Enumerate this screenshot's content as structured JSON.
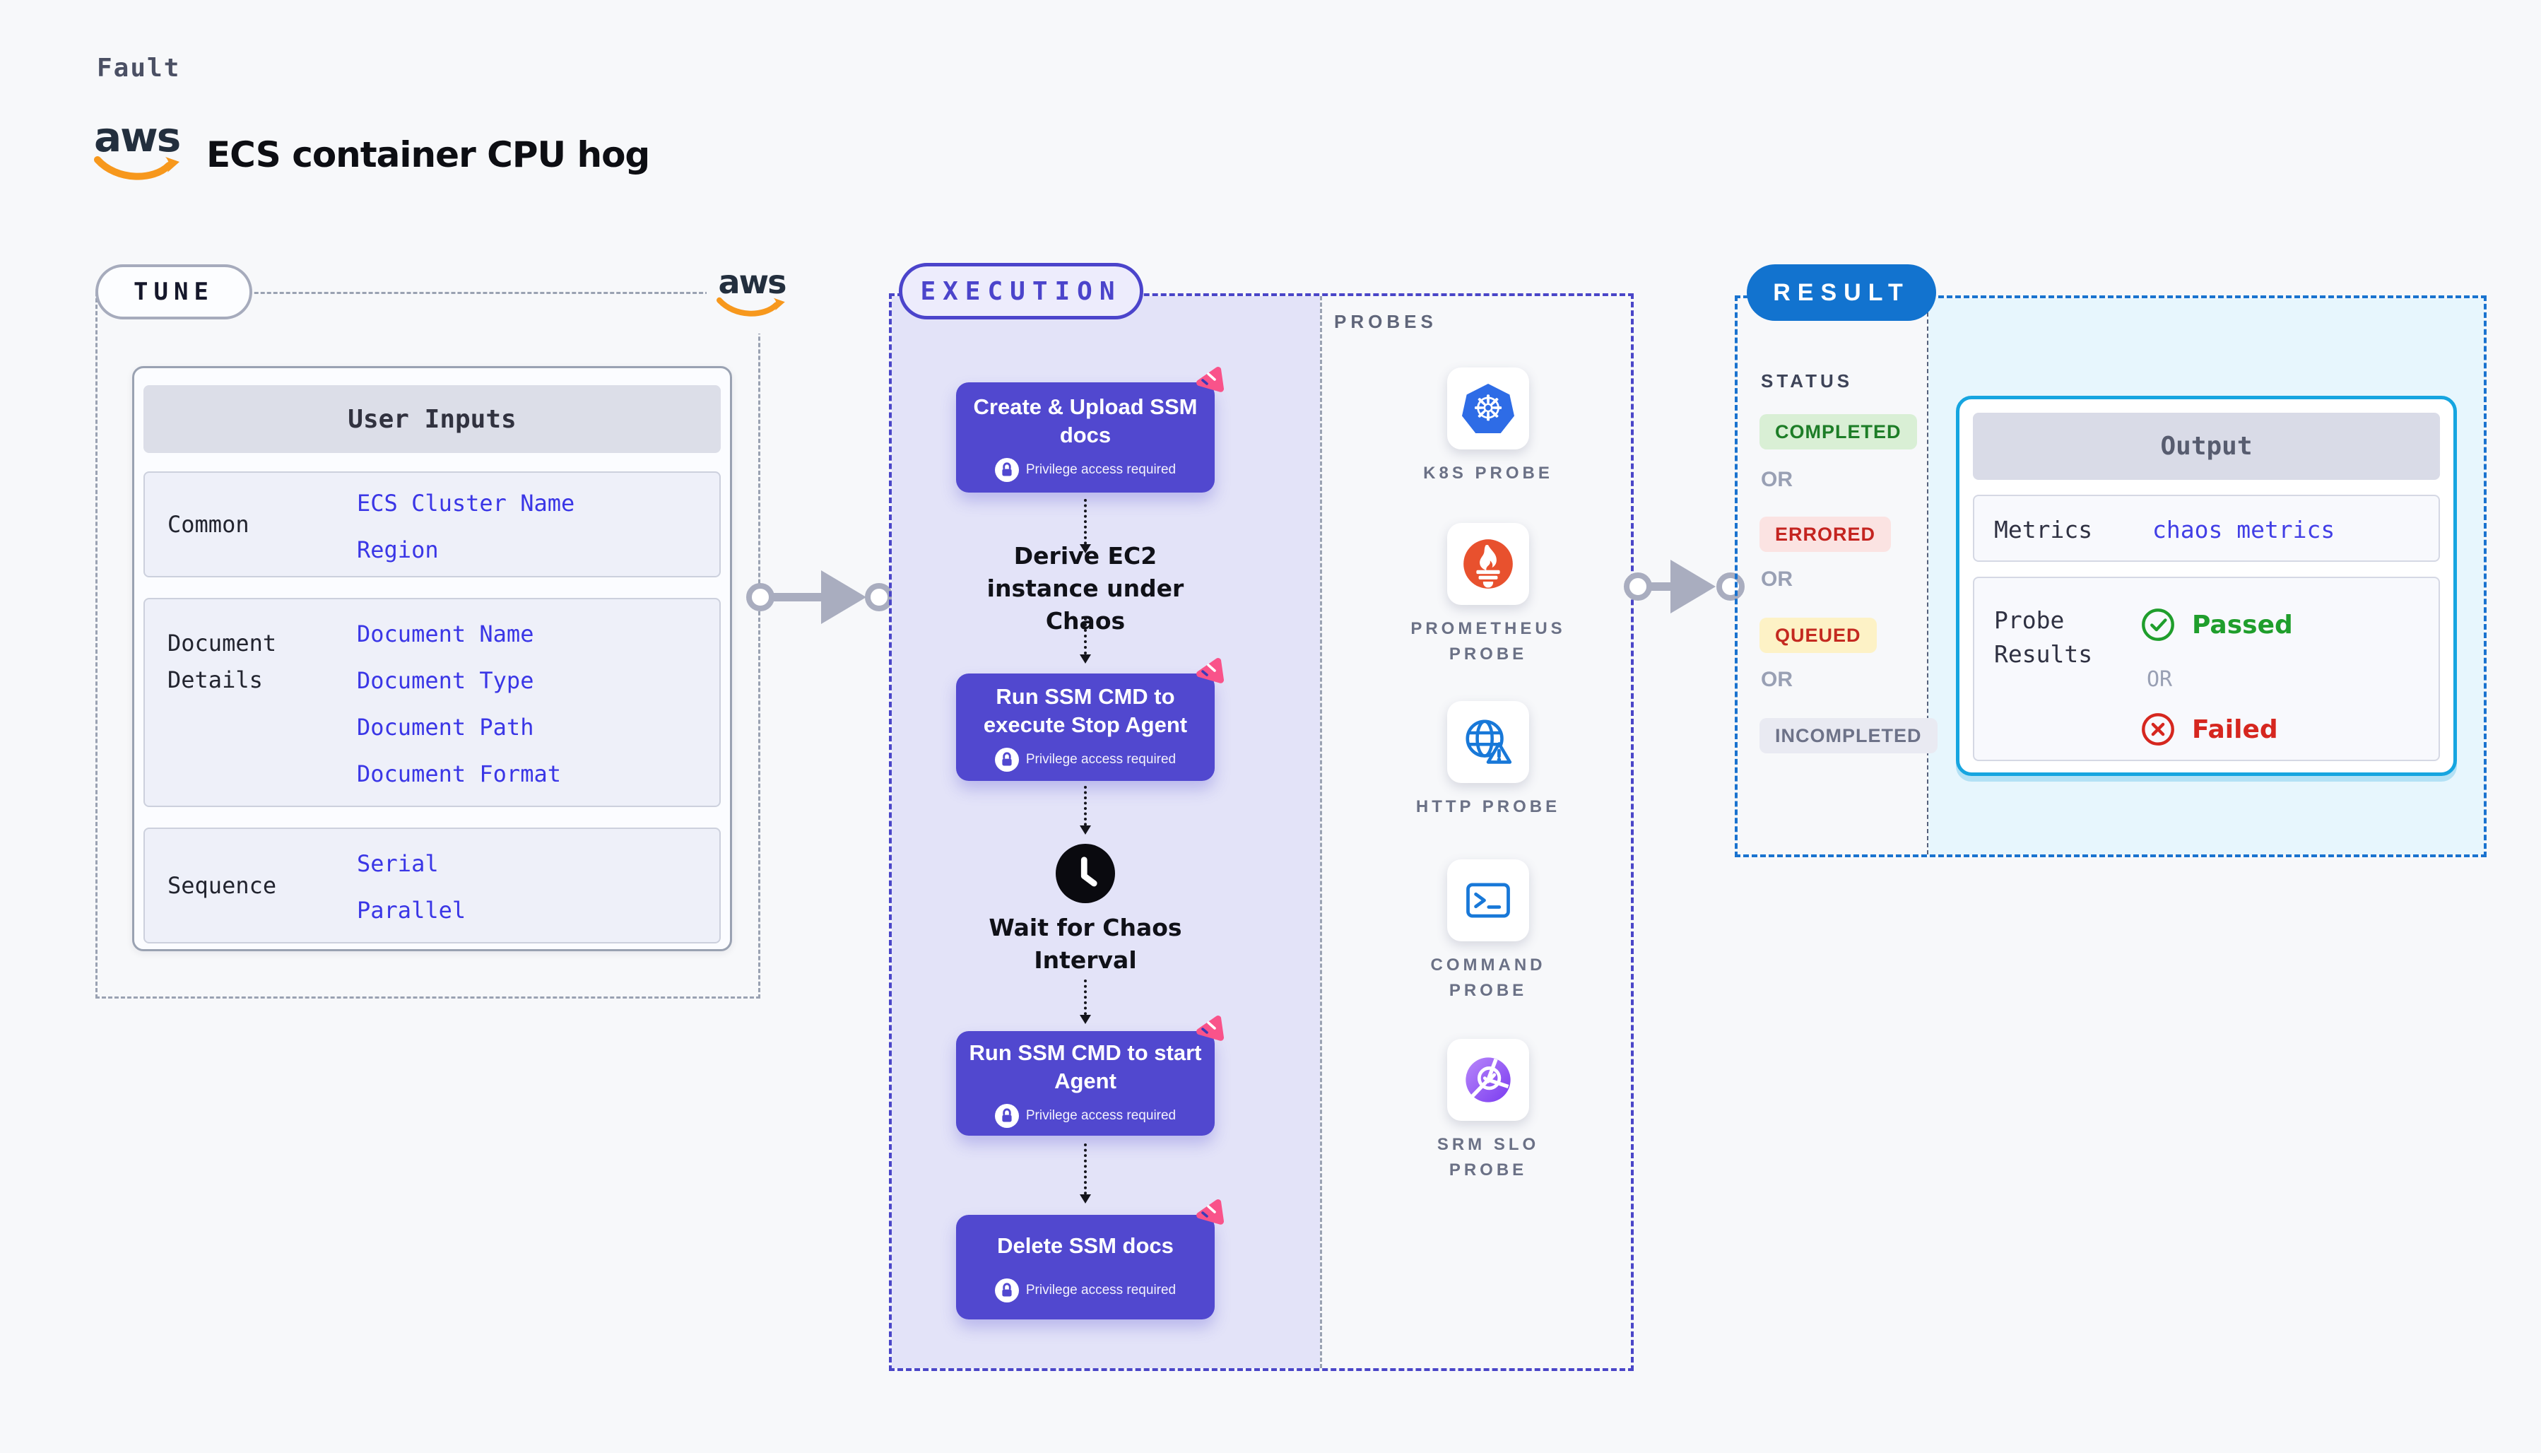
{
  "header": {
    "fault_label": "Fault",
    "title": "ECS container CPU hog",
    "aws_text": "aws"
  },
  "tune": {
    "badge": "TUNE",
    "table": {
      "header": "User Inputs",
      "rows": [
        {
          "label": "Common",
          "values": [
            "ECS Cluster Name",
            "Region"
          ]
        },
        {
          "label": "Document Details",
          "values": [
            "Document Name",
            "Document Type",
            "Document Path",
            "Document Format"
          ]
        },
        {
          "label": "Sequence",
          "values": [
            "Serial",
            "Parallel"
          ]
        }
      ]
    }
  },
  "execution": {
    "badge": "EXECUTION",
    "steps": [
      {
        "title": "Create & Upload SSM docs",
        "note": "Privilege access required"
      },
      {
        "title": "Derive EC2 instance under Chaos"
      },
      {
        "title": "Run SSM CMD to execute Stop Agent",
        "note": "Privilege access required"
      },
      {
        "title": "Wait for Chaos Interval"
      },
      {
        "title": "Run SSM CMD to start Agent",
        "note": "Privilege access required"
      },
      {
        "title": "Delete SSM docs",
        "note": "Privilege access required"
      }
    ],
    "probes": {
      "heading": "PROBES",
      "items": [
        "K8S PROBE",
        "PROMETHEUS PROBE",
        "HTTP PROBE",
        "COMMAND PROBE",
        "SRM SLO PROBE"
      ]
    }
  },
  "result": {
    "badge": "RESULT",
    "status": {
      "heading": "STATUS",
      "or": "OR",
      "options": [
        "COMPLETED",
        "ERRORED",
        "QUEUED",
        "INCOMPLETED"
      ]
    },
    "output": {
      "header": "Output",
      "metrics_label": "Metrics",
      "metrics_value": "chaos metrics",
      "probe_label": "Probe Results",
      "passed": "Passed",
      "or": "OR",
      "failed": "Failed"
    }
  },
  "colors": {
    "page_bg": "#f7f8fa",
    "exec_fill": "#e3e3f8",
    "result_fill": "#e7f6fd",
    "step_purple": "#5148cf",
    "tag_pink": "#f9538a",
    "exec_border": "#4a46c8",
    "result_border": "#1a73cf",
    "result_pill": "#1273cf",
    "value_blue": "#3a36e6",
    "completed_green": "#1d7d27",
    "errored_red": "#c42420",
    "queued_yellow_bg": "#fdf2c6",
    "passed_green": "#1f9e2c",
    "failed_red": "#d6271f",
    "aws_orange": "#f7981d"
  }
}
